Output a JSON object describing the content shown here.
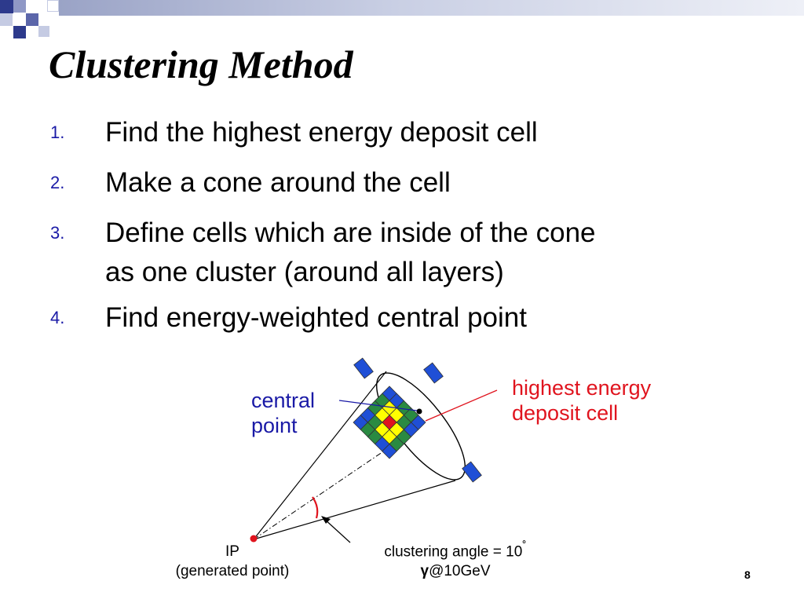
{
  "slide": {
    "title": "Clustering Method",
    "steps": [
      {
        "number": "1.",
        "text": "Find the highest energy deposit cell"
      },
      {
        "number": "2.",
        "text": "Make a cone around the cell"
      },
      {
        "number": "3.",
        "text_line1": "Define cells which are inside of the cone",
        "text_line2": "as one cluster (around all layers)"
      },
      {
        "number": "4.",
        "text": "Find energy-weighted central point"
      }
    ],
    "page_number": "8"
  },
  "diagram": {
    "central_point_line1": "central",
    "central_point_line2": "point",
    "highest_cell_line1": "highest energy",
    "highest_cell_line2": "deposit cell",
    "ip_label": "IP",
    "ip_sub": "(generated point)",
    "angle_label": "clustering angle = 10",
    "angle_unit": "˚",
    "particle": "γ",
    "energy": "@10GeV"
  },
  "colors": {
    "accent_blue": "#1a1aa6",
    "highlight_red": "#e0141e",
    "cell_blue": "#1f4fd6",
    "cell_green": "#2a8a42",
    "cell_yellow": "#ffff00"
  }
}
